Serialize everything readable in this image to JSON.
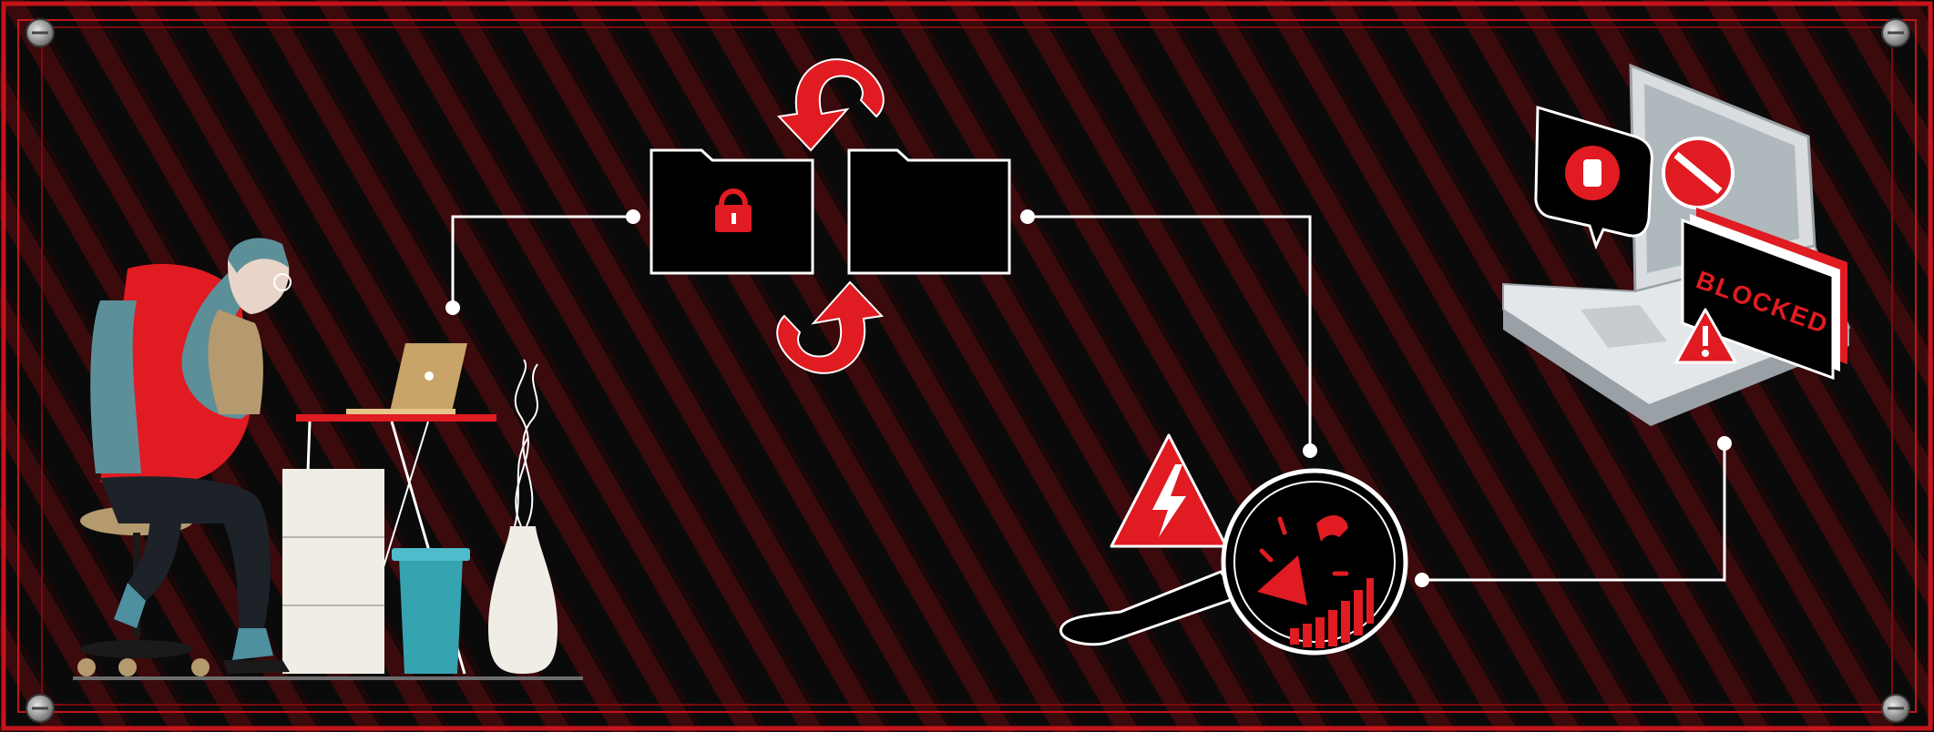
{
  "banner": {
    "blocked_label": "BLOCKED",
    "colors": {
      "background": "#0a0a0a",
      "stripe": "#3a0a0c",
      "accent_red": "#e01b22",
      "frame_red": "#c4141a",
      "connector": "#ffffff",
      "teal": "#5d8f99",
      "bin_teal": "#36a3b0",
      "cabinet": "#f0ede6",
      "desk_khaki": "#b49a6e",
      "laptop_gray": "#d9dde0"
    },
    "icons": [
      "screw-icon",
      "lock-icon",
      "cycle-arrow-icon",
      "folder-icon",
      "warning-icon",
      "lightning-icon",
      "magnifier-icon",
      "bug-icon",
      "stop-hand-icon",
      "no-entry-icon",
      "laptop-icon"
    ],
    "illustration": {
      "person": "hacker-at-desk",
      "steps": [
        "locked-folder-swap",
        "threat-scan",
        "access-blocked"
      ]
    }
  }
}
